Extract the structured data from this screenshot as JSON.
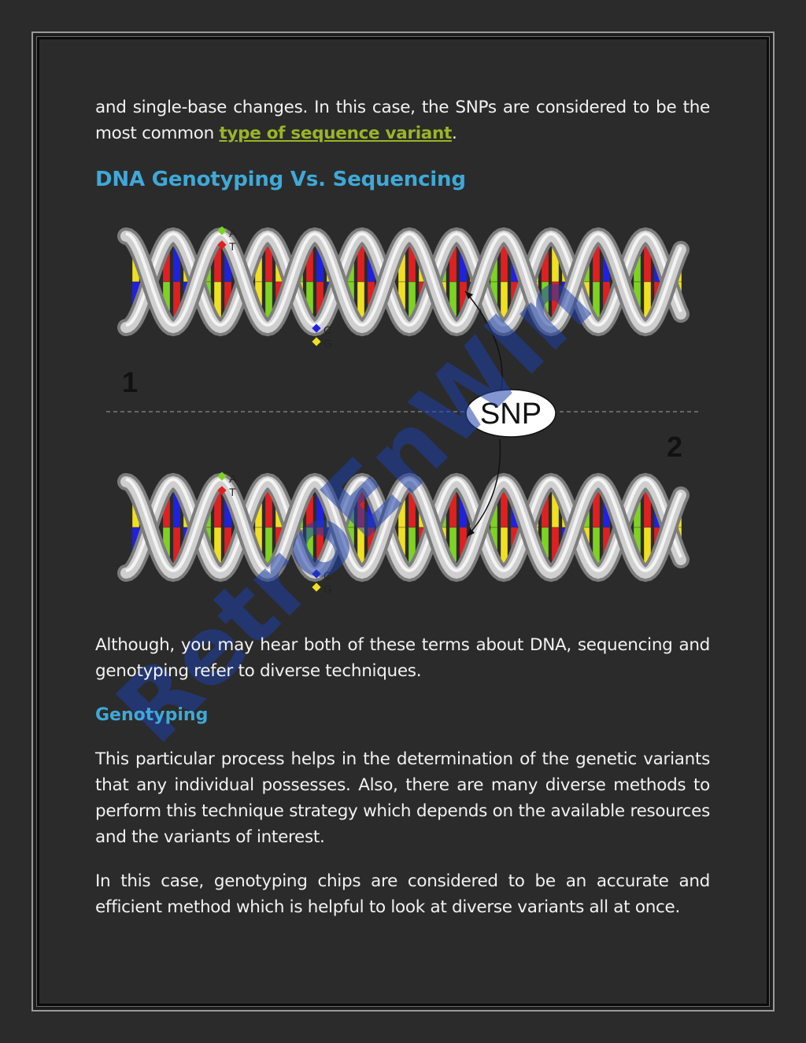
{
  "intro": {
    "text_before": "and single-base changes. In this case, the SNPs are considered to be the most common ",
    "link_text": "type of sequence variant",
    "text_after": "."
  },
  "heading_main": "DNA Genotyping Vs. Sequencing",
  "figure": {
    "label_1": "1",
    "label_2": "2",
    "snp_label": "SNP",
    "legend_top": [
      "A",
      "T"
    ],
    "legend_bottom": [
      "C",
      "G"
    ],
    "colors": {
      "A": "#7ed321",
      "T": "#e02020",
      "C": "#2020e0",
      "G": "#f0e020",
      "backbone": "#cfcfcf"
    }
  },
  "watermark": "RetroEnWIn",
  "paragraph_1": "Although, you may hear both of these terms about DNA, sequencing and genotyping refer to diverse techniques.",
  "heading_genotyping": "Genotyping",
  "paragraph_2": "This particular process helps in the determination of the genetic variants that any individual possesses. Also, there are many diverse methods to perform this technique strategy which depends on the available resources and the variants of interest.",
  "paragraph_3": "In this case, genotyping chips are considered to be an accurate and efficient method which is helpful to look at diverse variants all at once."
}
